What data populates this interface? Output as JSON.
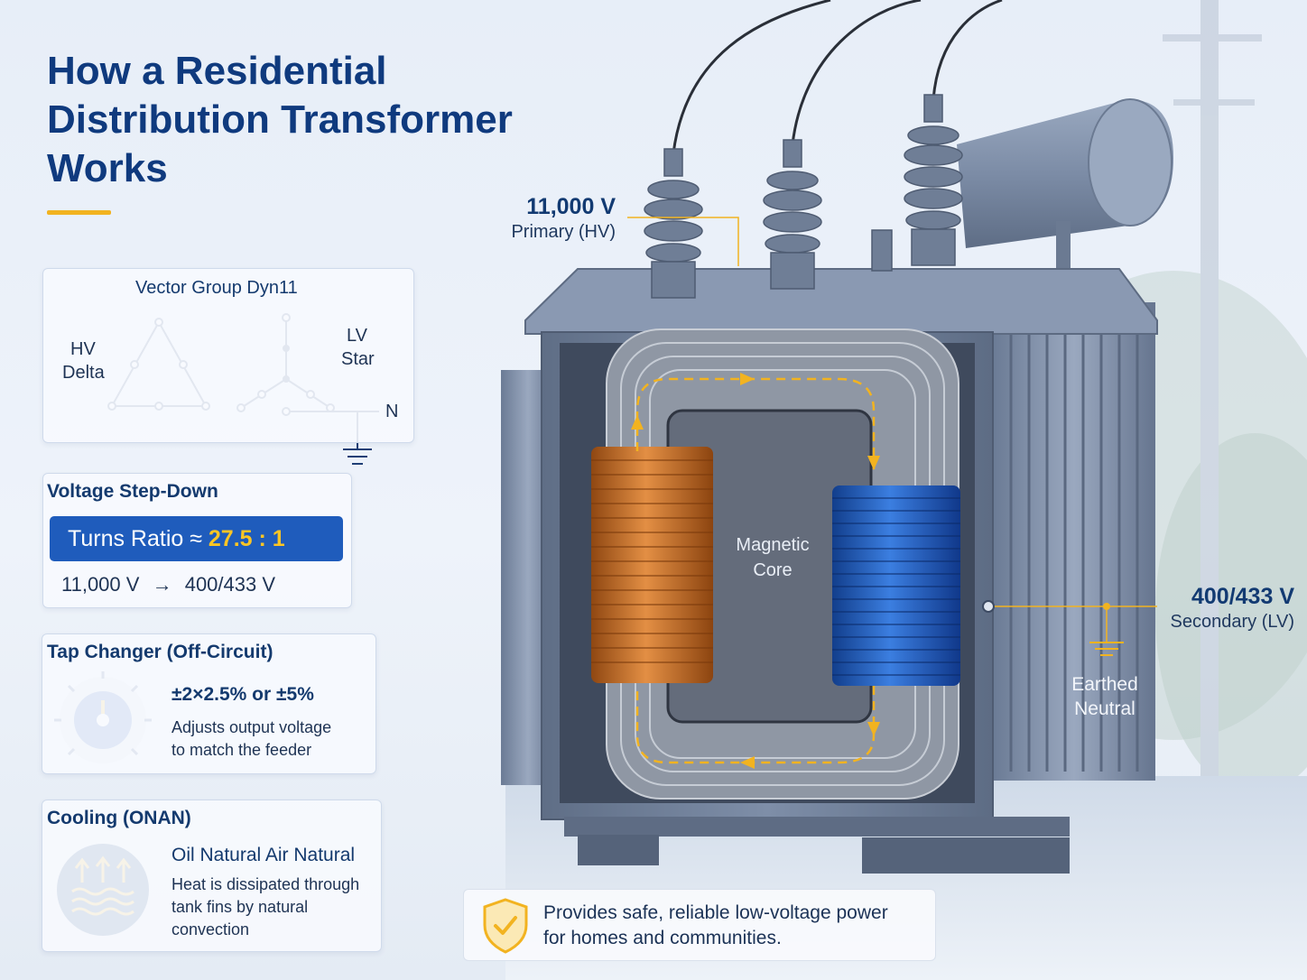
{
  "title": "How a Residential Distribution Transformer Works",
  "vector_group": {
    "title": "Vector Group Dyn11",
    "hv_line1": "HV",
    "hv_line2": "Delta",
    "lv_line1": "LV",
    "lv_line2": "Star",
    "neutral": "N"
  },
  "step_down": {
    "title": "Voltage Step-Down",
    "ratio_label": "Turns Ratio ≈",
    "ratio_value": "27.5 : 1",
    "conversion_from": "11,000 V",
    "conversion_arrow": "→",
    "conversion_to": "400/433 V"
  },
  "tap_changer": {
    "title": "Tap Changer (Off-Circuit)",
    "range": "±2×2.5% or ±5%",
    "desc_line1": "Adjusts output voltage",
    "desc_line2": "to match the feeder"
  },
  "cooling": {
    "title": "Cooling (ONAN)",
    "subtitle": "Oil Natural Air Natural",
    "desc_line1": "Heat is dissipated through",
    "desc_line2": "tank fins by natural",
    "desc_line3": "convection"
  },
  "diagram": {
    "primary_voltage": "11,000 V",
    "primary_label": "Primary (HV)",
    "secondary_voltage": "400/433 V",
    "secondary_label": "Secondary (LV)",
    "core_line1": "Magnetic",
    "core_line2": "Core",
    "earth_line1": "Earthed",
    "earth_line2": "Neutral"
  },
  "banner": {
    "line1": "Provides safe, reliable low-voltage power",
    "line2": "for homes and communities."
  },
  "colors": {
    "title_blue": "#0f3a7e",
    "accent_yellow": "#f2b320",
    "pill_blue": "#1f5cbc",
    "copper": "#c8702a",
    "lv_coil_blue": "#2363c6",
    "tank_grey": "#6f7f98"
  },
  "icons": [
    "delta-symbol-icon",
    "star-symbol-icon",
    "ground-icon",
    "tap-dial-icon",
    "cooling-icon",
    "shield-check-icon",
    "flux-arrow-icon"
  ]
}
